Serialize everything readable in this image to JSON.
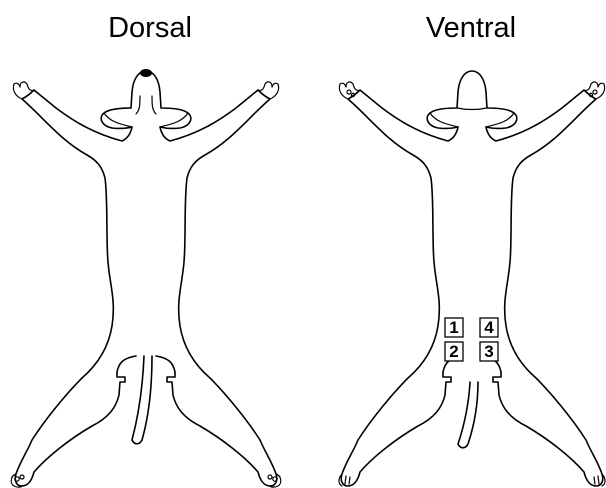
{
  "views": {
    "dorsal": {
      "title": "Dorsal"
    },
    "ventral": {
      "title": "Ventral"
    }
  },
  "sites": [
    {
      "label": "1"
    },
    {
      "label": "2"
    },
    {
      "label": "3"
    },
    {
      "label": "4"
    }
  ]
}
